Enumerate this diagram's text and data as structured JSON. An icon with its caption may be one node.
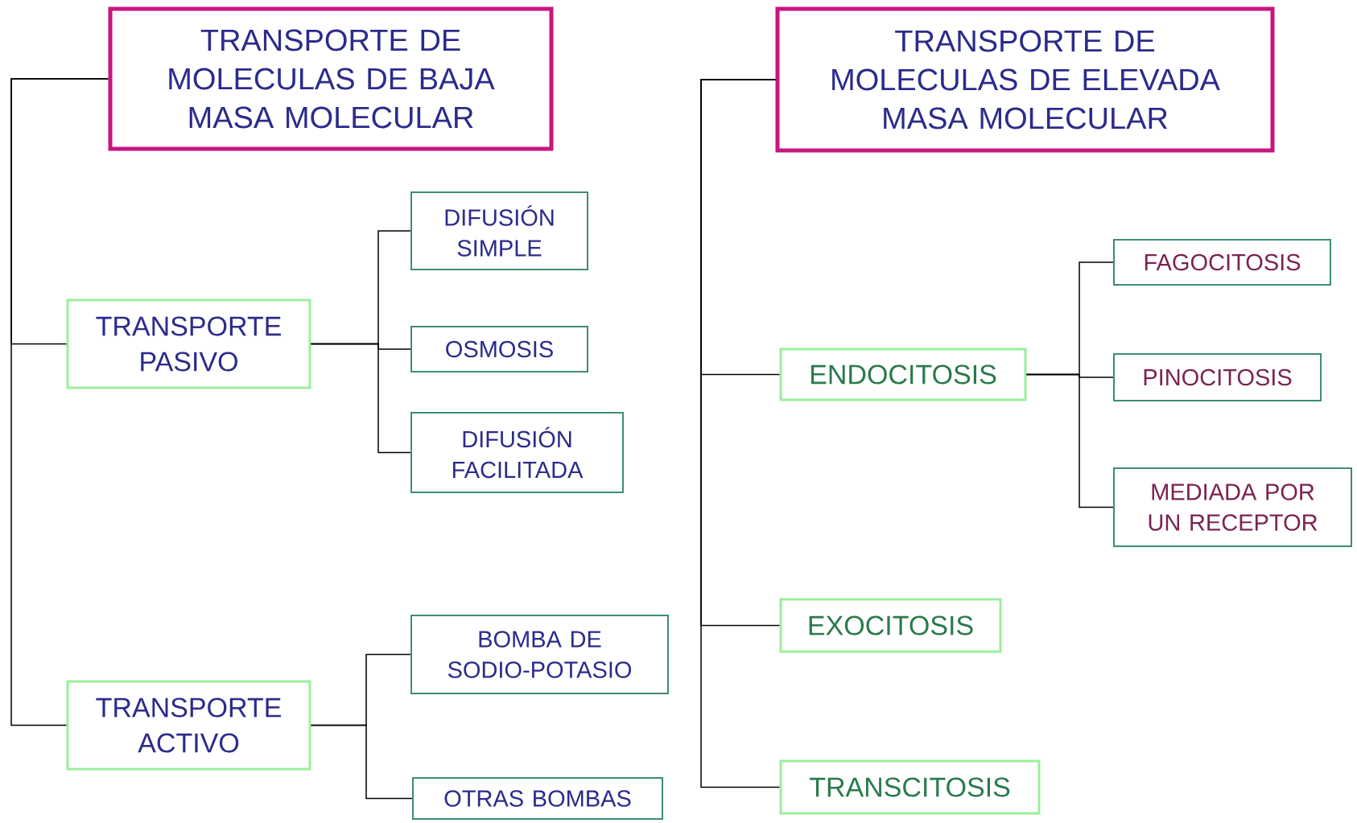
{
  "diagram": {
    "nodes": [
      {
        "text": [
          "TRANSPORTE DE MOLECULAS DE BAJA MASA MOLECULAR"
        ]
      },
      {
        "text": [
          "TRANSPORTE PASIVO"
        ]
      },
      {
        "text": [
          "DIFUSIÓN SIMPLE"
        ]
      },
      {
        "text": [
          "OSMOSIS"
        ]
      },
      {
        "text": [
          "DIFUSIÓN FACILITADA"
        ]
      },
      {
        "text": [
          "TRANSPORTE ACTIVO"
        ]
      },
      {
        "text": [
          "BOMBA DE SODIO-POTASIO"
        ]
      },
      {
        "text": [
          "OTRAS BOMBAS"
        ]
      },
      {
        "text": [
          "TRANSPORTE DE MOLECULAS DE ELEVADA MASA MOLECULAR"
        ]
      },
      {
        "text": [
          "ENDOCITOSIS"
        ]
      },
      {
        "text": [
          "FAGOCITOSIS"
        ]
      },
      {
        "text": [
          "PINOCITOSIS"
        ]
      },
      {
        "text": [
          "MEDIADA POR UN RECEPTOR"
        ]
      },
      {
        "text": [
          "EXOCITOSIS"
        ]
      },
      {
        "text": [
          "TRANSCITOSIS"
        ]
      }
    ],
    "edges": [
      {
        "from": 0,
        "to": 1,
        "arrow": "none"
      },
      {
        "from": 0,
        "to": 5,
        "arrow": "none"
      },
      {
        "from": 1,
        "to": 2,
        "arrow": "none"
      },
      {
        "from": 1,
        "to": 3,
        "arrow": "none"
      },
      {
        "from": 1,
        "to": 4,
        "arrow": "none"
      },
      {
        "from": 5,
        "to": 6,
        "arrow": "none"
      },
      {
        "from": 5,
        "to": 7,
        "arrow": "none"
      },
      {
        "from": 8,
        "to": 9,
        "arrow": "none"
      },
      {
        "from": 8,
        "to": 13,
        "arrow": "none"
      },
      {
        "from": 8,
        "to": 14,
        "arrow": "none"
      },
      {
        "from": 9,
        "to": 10,
        "arrow": "none"
      },
      {
        "from": 9,
        "to": 11,
        "arrow": "none"
      },
      {
        "from": 9,
        "to": 12,
        "arrow": "none"
      }
    ]
  }
}
